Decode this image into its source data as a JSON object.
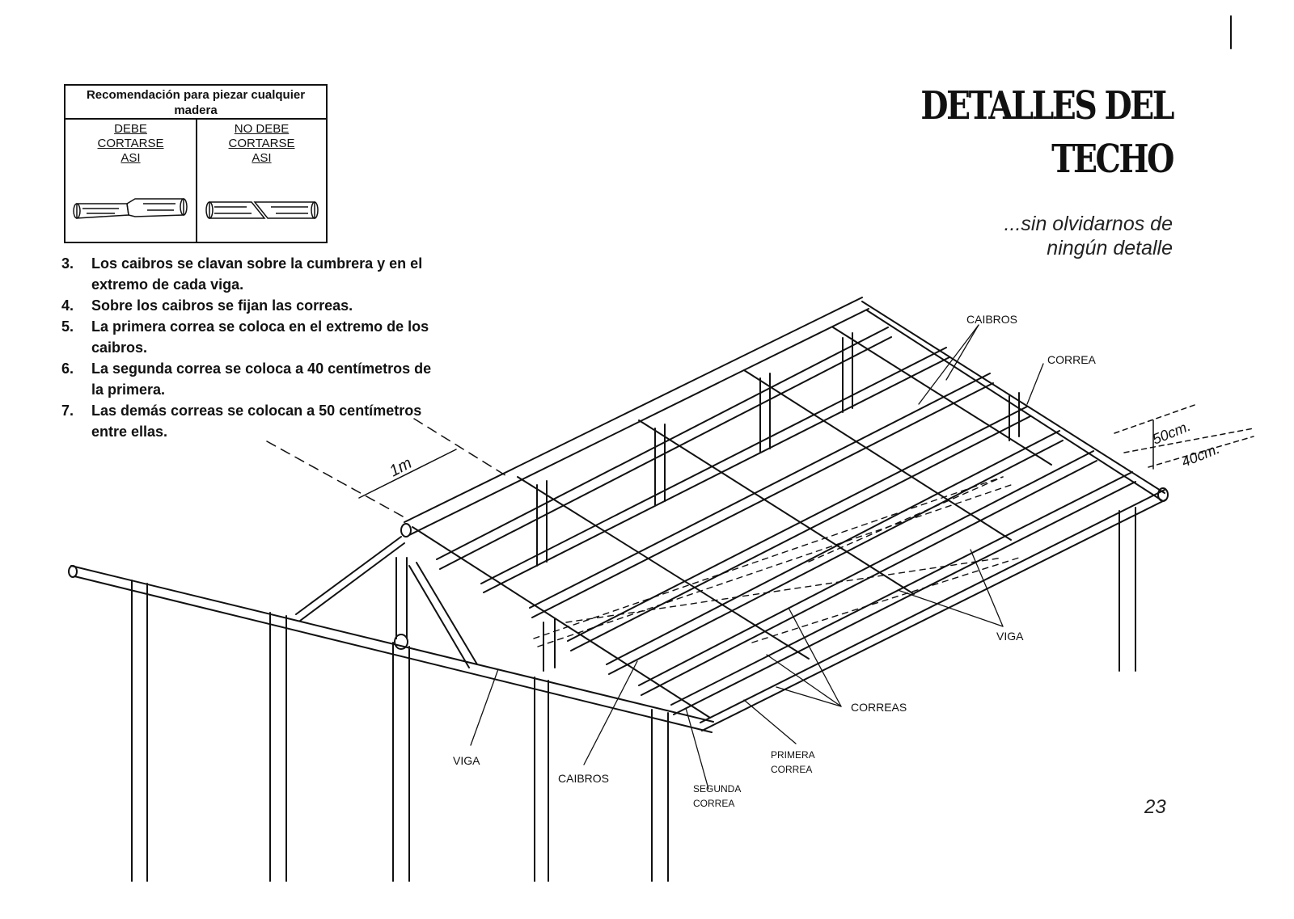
{
  "recommendation": {
    "title": "Recomendación para piezar cualquier madera",
    "correct": "DEBE\nCORTARSE\nASI",
    "incorrect": "NO DEBE\nCORTARSE\nASI"
  },
  "steps": [
    {
      "num": "3.",
      "text": "Los caibros se clavan sobre la cumbrera y en el extremo de cada viga."
    },
    {
      "num": "4.",
      "text": "Sobre los caibros se fijan las correas."
    },
    {
      "num": "5.",
      "text": "La primera correa se coloca en el extremo de los caibros."
    },
    {
      "num": "6.",
      "text": "La segunda correa se coloca a 40 centímetros de la primera."
    },
    {
      "num": "7.",
      "text": "Las demás correas se colocan a 50 centímetros entre ellas."
    }
  ],
  "heading": {
    "line1": "DETALLES DEL",
    "line2": "TECHO"
  },
  "subtitle": "...sin olvidarnos de\nningún detalle",
  "page_number": "23",
  "diagram": {
    "labels": {
      "caibros_top": "CAIBROS",
      "correa_top": "CORREA",
      "viga_right": "VIGA",
      "correas": "CORREAS",
      "viga_bottom": "VIGA",
      "caibros_bottom": "CAIBROS",
      "primera": "PRIMERA",
      "primera_2": "CORREA",
      "segunda": "SEGUNDA",
      "segunda_2": "CORREA"
    },
    "dim_1m": "1m",
    "dim_50": "50cm.",
    "dim_40": "40cm."
  }
}
